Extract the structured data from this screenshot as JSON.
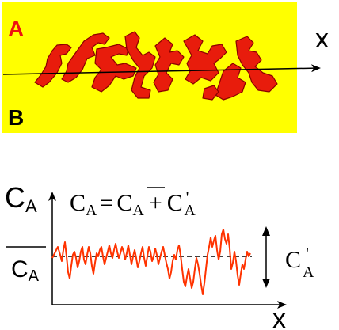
{
  "colors": {
    "panel_fill": "#ffff00",
    "region_fill": "#e81c0c",
    "region_stroke": "#8a0000",
    "trace": "#ff3300",
    "label_a": "#ee1111",
    "ink": "#000000"
  },
  "mixing_panel": {
    "label_a": "A",
    "label_b": "B",
    "axis_label": "x"
  },
  "concentration_plot": {
    "y_axis_label": {
      "main": "C",
      "sub": "A"
    },
    "x_axis_label": "x",
    "mean_label": {
      "main": "C",
      "sub": "A"
    },
    "fluctuation_label": {
      "main": "C",
      "prime": "'",
      "sub": "A"
    },
    "equation": {
      "lhs_main": "C",
      "lhs_sub": "A",
      "equals": "=",
      "mean_main": "C",
      "mean_sub": "A",
      "plus": "+",
      "fluct_main": "C",
      "fluct_prime": "'",
      "fluct_sub": "A"
    }
  },
  "icons": [
    "arrow-right-icon",
    "double-arrow-icon"
  ]
}
